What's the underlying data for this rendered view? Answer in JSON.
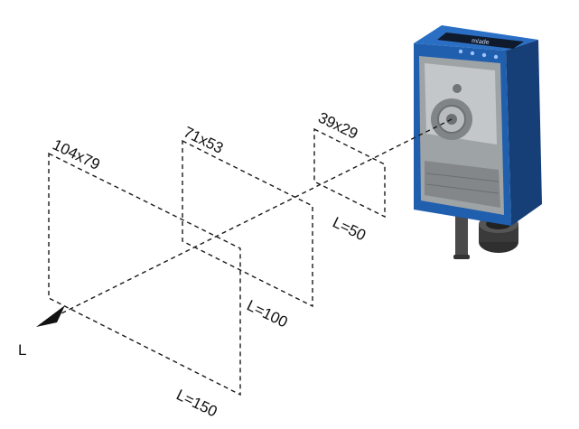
{
  "axis": {
    "label": "L"
  },
  "fields": [
    {
      "size": "104x79",
      "distance": "L=150"
    },
    {
      "size": "71x53",
      "distance": "L=100"
    },
    {
      "size": "39x29",
      "distance": "L=50"
    }
  ],
  "device": {
    "top_label": "m/ade",
    "body_color": "#1f5fae",
    "dark_color": "#163f77"
  }
}
